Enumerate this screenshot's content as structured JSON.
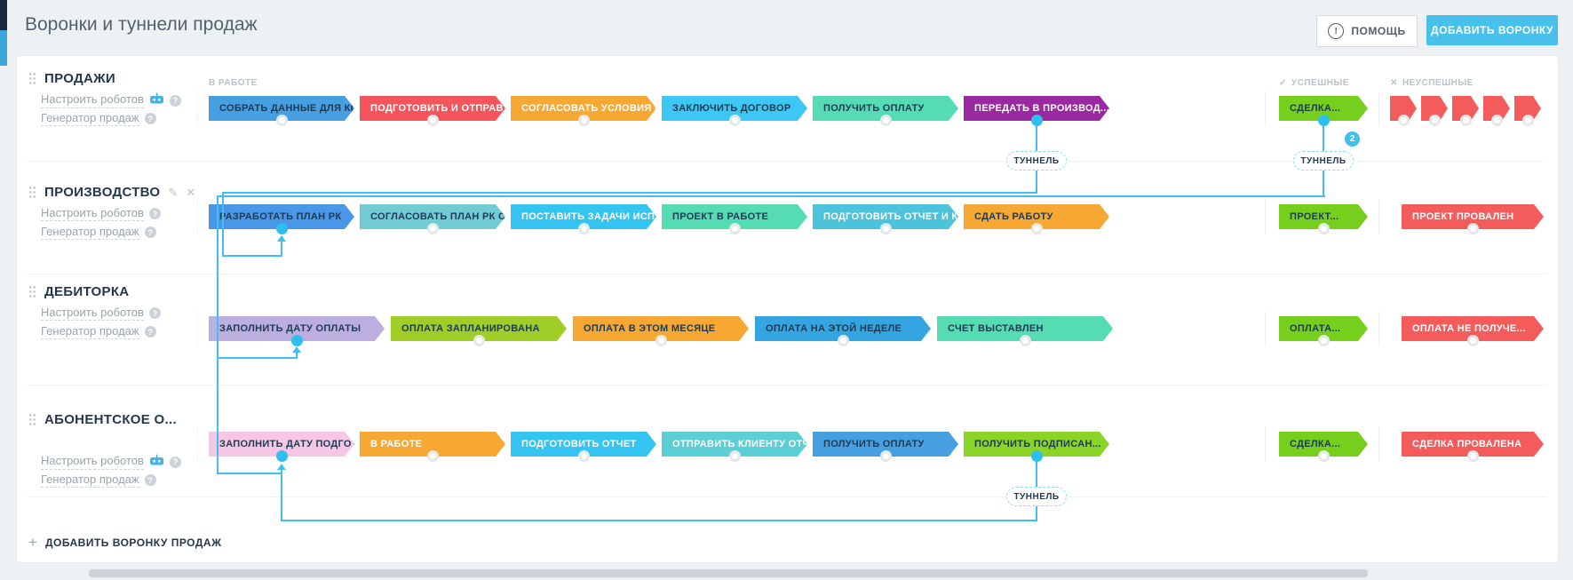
{
  "header": {
    "title": "Воронки и туннели продаж",
    "help_label": "ПОМОЩЬ",
    "help_icon": "!",
    "add_funnel_label": "ДОБАВИТЬ ВОРОНКУ"
  },
  "captions": {
    "in_work": "В РАБОТЕ",
    "success": "УСПЕШНЫЕ",
    "success_icon": "✓",
    "fail": "НЕУСПЕШНЫЕ",
    "fail_icon": "✕"
  },
  "row_links": {
    "robots": "Настроить роботов",
    "generator": "Генератор продаж"
  },
  "tunnel": {
    "label": "ТУННЕЛЬ",
    "badge_count": "2"
  },
  "footer": {
    "plus": "+",
    "add_funnel_label": "ДОБАВИТЬ ВОРОНКУ ПРОДАЖ"
  },
  "colors": {
    "accent_blue": "#47c0ea",
    "tunnel_line": "#3fc0ee",
    "dark_text": "#1e3a54",
    "fail_red": "#f45b5b",
    "success_green": "#77cf1d"
  },
  "funnels": [
    {
      "name": "ПРОДАЖИ",
      "has_robot_icon": true,
      "has_edit_icons": false,
      "stages": [
        {
          "label": "СОБРАТЬ ДАННЫЕ ДЛЯ КП",
          "bg": "#459fe0",
          "text": "dark",
          "marker": "ring"
        },
        {
          "label": "ПОДГОТОВИТЬ И ОТПРАВ...",
          "bg": "#f4555c",
          "text": "white",
          "marker": "ring"
        },
        {
          "label": "СОГЛАСОВАТЬ УСЛОВИЯ Р...",
          "bg": "#f6a833",
          "text": "white",
          "marker": "ring"
        },
        {
          "label": "ЗАКЛЮЧИТЬ ДОГОВОР",
          "bg": "#3cc7f4",
          "text": "dark",
          "marker": "ring"
        },
        {
          "label": "ПОЛУЧИТЬ ОПЛАТУ",
          "bg": "#55dcb3",
          "text": "dark",
          "marker": "ring"
        },
        {
          "label": "ПЕРЕДАТЬ В ПРОИЗВОД...",
          "bg": "#9a28a0",
          "text": "white",
          "marker": "source"
        }
      ],
      "success": {
        "label": "СДЕЛКА...",
        "bg": "#77cf1d",
        "text": "dark",
        "marker": "source"
      },
      "fail": {
        "type": "flags",
        "count": 5,
        "bg": "#f45b5b"
      }
    },
    {
      "name": "ПРОИЗВОДСТВО",
      "has_robot_icon": false,
      "has_edit_icons": true,
      "stages": [
        {
          "label": "РАЗРАБОТАТЬ ПЛАН РК",
          "bg": "#4897e8",
          "text": "dark",
          "marker": "target"
        },
        {
          "label": "СОГЛАСОВАТЬ ПЛАН РК С ...",
          "bg": "#70ccd2",
          "text": "dark",
          "marker": "ring"
        },
        {
          "label": "ПОСТАВИТЬ ЗАДАЧИ ИСП...",
          "bg": "#35c4f2",
          "text": "white",
          "marker": "ring"
        },
        {
          "label": "ПРОЕКТ В РАБОТЕ",
          "bg": "#55dcb3",
          "text": "dark",
          "marker": "ring"
        },
        {
          "label": "ПОДГОТОВИТЬ ОТЧЕТ И К...",
          "bg": "#4cc3db",
          "text": "white",
          "marker": "ring"
        },
        {
          "label": "СДАТЬ РАБОТУ",
          "bg": "#f6a833",
          "text": "dark",
          "marker": "ring"
        }
      ],
      "success": {
        "label": "ПРОЕКТ...",
        "bg": "#77cf1d",
        "text": "dark",
        "marker": "ring"
      },
      "fail": {
        "type": "chip",
        "label": "ПРОЕКТ ПРОВАЛЕН",
        "bg": "#f45b5b",
        "text": "white",
        "marker": "ring"
      }
    },
    {
      "name": "ДЕБИТОРКА",
      "has_robot_icon": false,
      "has_edit_icons": false,
      "stages": [
        {
          "label": "ЗАПОЛНИТЬ ДАТУ ОПЛАТЫ",
          "bg": "#bcaede",
          "text": "dark",
          "marker": "target"
        },
        {
          "label": "ОПЛАТА ЗАПЛАНИРОВАНА",
          "bg": "#a0cd28",
          "text": "dark",
          "marker": "ring"
        },
        {
          "label": "ОПЛАТА В ЭТОМ МЕСЯЦЕ",
          "bg": "#f6a833",
          "text": "dark",
          "marker": "ring"
        },
        {
          "label": "ОПЛАТА НА ЭТОЙ НЕДЕЛЕ",
          "bg": "#35a5e2",
          "text": "dark",
          "marker": "ring"
        },
        {
          "label": "СЧЕТ ВЫСТАВЛЕН",
          "bg": "#55dcb3",
          "text": "dark",
          "marker": "ring"
        }
      ],
      "success": {
        "label": "ОПЛАТА...",
        "bg": "#77cf1d",
        "text": "dark",
        "marker": "ring"
      },
      "fail": {
        "type": "chip",
        "label": "ОПЛАТА НЕ ПОЛУЧЕ...",
        "bg": "#f45b5b",
        "text": "white",
        "marker": "ring"
      }
    },
    {
      "name": "АБОНЕНТСКОЕ О...",
      "has_robot_icon": true,
      "has_edit_icons": false,
      "stages": [
        {
          "label": "ЗАПОЛНИТЬ ДАТУ ПОДГОТ...",
          "bg": "#f6c7e4",
          "text": "dark",
          "marker": "target"
        },
        {
          "label": "В РАБОТЕ",
          "bg": "#f6a833",
          "text": "white",
          "marker": "ring"
        },
        {
          "label": "ПОДГОТОВИТЬ ОТЧЕТ",
          "bg": "#35c4f2",
          "text": "white",
          "marker": "ring"
        },
        {
          "label": "ОТПРАВИТЬ КЛИЕНТУ ОТЧ...",
          "bg": "#5ccfd6",
          "text": "white",
          "marker": "ring"
        },
        {
          "label": "ПОЛУЧИТЬ ОПЛАТУ",
          "bg": "#459fe0",
          "text": "dark",
          "marker": "ring"
        },
        {
          "label": "ПОЛУЧИТЬ ПОДПИСАН...",
          "bg": "#8ad428",
          "text": "dark",
          "marker": "source"
        }
      ],
      "success": {
        "label": "СДЕЛКА...",
        "bg": "#77cf1d",
        "text": "dark",
        "marker": "ring"
      },
      "fail": {
        "type": "chip",
        "label": "СДЕЛКА ПРОВАЛЕНА",
        "bg": "#f45b5b",
        "text": "white",
        "marker": "ring"
      }
    }
  ]
}
